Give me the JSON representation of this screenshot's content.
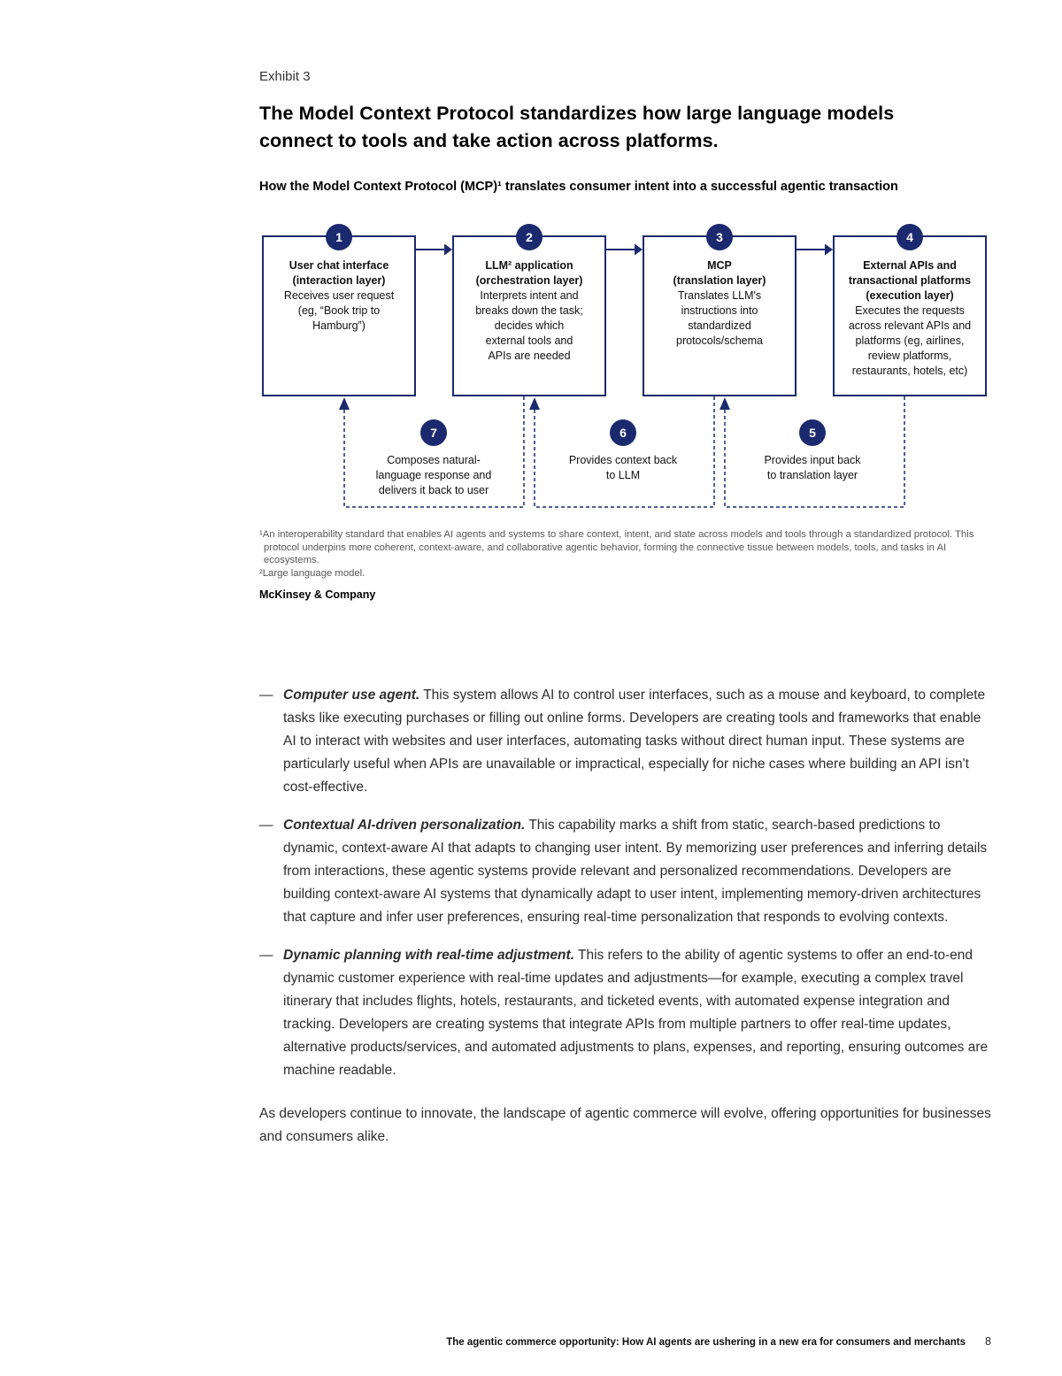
{
  "page": {
    "exhibit_label": "Exhibit 3",
    "title": "The Model Context Protocol standardizes how large language models connect to tools and take action across platforms.",
    "subtitle": "How the Model Context Protocol (MCP)¹ translates consumer intent into a successful agentic transaction",
    "footnote1": "¹An interoperability standard that enables AI agents and systems to share context, intent, and state across models and tools through a standardized protocol. This protocol underpins more coherent, context-aware, and collaborative agentic behavior, forming the connective tissue between models, tools, and tasks in AI ecosystems.",
    "footnote2": "²Large language model.",
    "brand": "McKinsey & Company",
    "footer_text": "The agentic commerce opportunity: How AI agents are ushering in a new era for consumers and merchants",
    "page_number": "8"
  },
  "diagram": {
    "accent_color": "#1b2a6e",
    "boxes": [
      {
        "num": "1",
        "title_lines": [
          "User chat interface",
          "(interaction layer)",
          ""
        ],
        "desc_lines": [
          "Receives user request",
          "(eg, “Book trip to",
          "Hamburg”)",
          "",
          ""
        ],
        "full_text": "User chat interface (interaction layer) — Receives user request (eg, “Book trip to Hamburg”)"
      },
      {
        "num": "2",
        "title_lines": [
          "LLM² application",
          "(orchestration layer)",
          ""
        ],
        "desc_lines": [
          "Interprets intent and",
          "breaks down the task;",
          "decides which",
          "external tools and",
          "APIs are needed"
        ],
        "full_text": "LLM² application (orchestration layer) — Interprets intent and breaks down the task; decides which external tools and APIs are needed"
      },
      {
        "num": "3",
        "title_lines": [
          "MCP",
          "(translation layer)",
          ""
        ],
        "desc_lines": [
          "Translates LLM's",
          "instructions into",
          "standardized",
          "protocols/schema",
          ""
        ],
        "full_text": "MCP (translation layer) — Translates LLM's instructions into standardized protocols/schema"
      },
      {
        "num": "4",
        "title_lines": [
          "External APIs and",
          "transactional platforms",
          "(execution layer)"
        ],
        "desc_lines": [
          "Executes the requests",
          "across relevant APIs and",
          "platforms (eg, airlines,",
          "review platforms,",
          "restaurants, hotels, etc)"
        ],
        "full_text": "External APIs and transactional platforms (execution layer) — Executes the requests across relevant APIs and platforms (eg, airlines, review platforms, restaurants, hotels, etc)"
      }
    ],
    "feedback": [
      {
        "num": "7",
        "lines": [
          "Composes natural-",
          "language response and",
          "delivers it back to user"
        ],
        "full_text": "Composes natural-language response and delivers it back to user"
      },
      {
        "num": "6",
        "lines": [
          "Provides context back",
          "to LLM",
          ""
        ],
        "full_text": "Provides context back to LLM"
      },
      {
        "num": "5",
        "lines": [
          "Provides input back",
          "to translation layer",
          ""
        ],
        "full_text": "Provides input back to translation layer"
      }
    ]
  },
  "body": {
    "bullet_marker": "—",
    "bullets": [
      {
        "lead": "Computer use agent.",
        "text": " This system allows AI to control user interfaces, such as a mouse and keyboard, to complete tasks like executing purchases or filling out online forms. Developers are creating tools and frameworks that enable AI to interact with websites and user interfaces, automating tasks without direct human input. These systems are particularly useful when APIs are unavailable or impractical, especially for niche cases where building an API isn't cost-effective."
      },
      {
        "lead": "Contextual AI-driven personalization.",
        "text": " This capability marks a shift from static, search-based predictions to dynamic, context-aware AI that adapts to changing user intent. By memorizing user preferences and inferring details from interactions, these agentic systems provide relevant and personalized recommendations. Developers are building context-aware AI systems that dynamically adapt to user intent, implementing memory-driven architectures that capture and infer user preferences, ensuring real-time personalization that responds to evolving contexts."
      },
      {
        "lead": "Dynamic planning with real-time adjustment.",
        "text": " This refers to the ability of agentic systems to offer an end-to-end dynamic customer experience with real-time updates and adjustments—for example, executing a complex travel itinerary that includes flights, hotels, restaurants, and ticketed events, with automated expense integration and tracking. Developers are creating systems that integrate APIs from multiple partners to offer real-time updates, alternative products/services, and automated adjustments to plans, expenses, and reporting, ensuring outcomes are machine readable."
      }
    ],
    "closing": "As developers continue to innovate, the landscape of agentic commerce will evolve, offering opportunities for businesses and consumers alike."
  }
}
